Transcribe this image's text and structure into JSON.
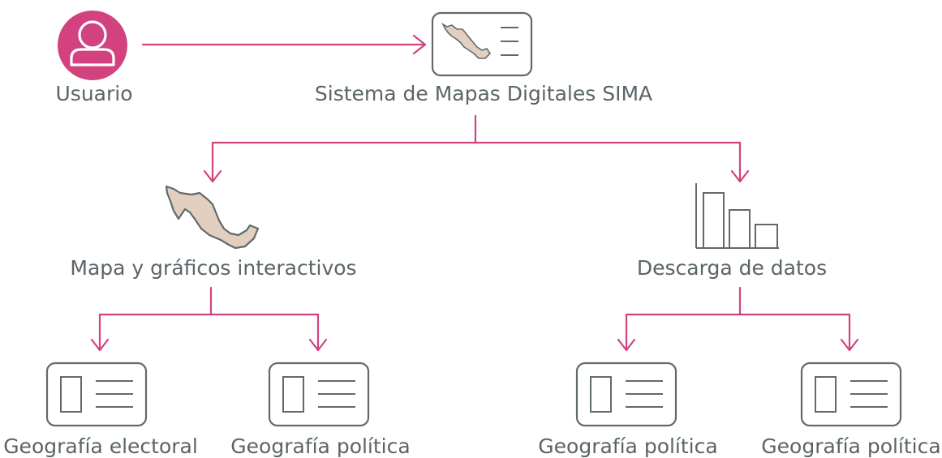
{
  "colors": {
    "connector": "#d2427f",
    "icon_stroke": "#616a6b",
    "user_circle": "#d2427f",
    "map_fill": "#e2cfc0",
    "text": "#5a6468"
  },
  "nodes": {
    "user": {
      "label": "Usuario",
      "icon": "user-icon"
    },
    "system": {
      "label": "Sistema de Mapas Digitales SIMA",
      "icon": "map-card-icon"
    },
    "interactive": {
      "label": "Mapa y gráficos interactivos",
      "icon": "mexico-map-icon"
    },
    "download": {
      "label": "Descarga de datos",
      "icon": "bar-chart-icon"
    },
    "leaf_1": {
      "label": "Geografía electoral",
      "icon": "document-card-icon"
    },
    "leaf_2": {
      "label": "Geografía política",
      "icon": "document-card-icon"
    },
    "leaf_3": {
      "label": "Geografía política",
      "icon": "document-card-icon"
    },
    "leaf_4": {
      "label": "Geografía política",
      "icon": "document-card-icon"
    }
  }
}
